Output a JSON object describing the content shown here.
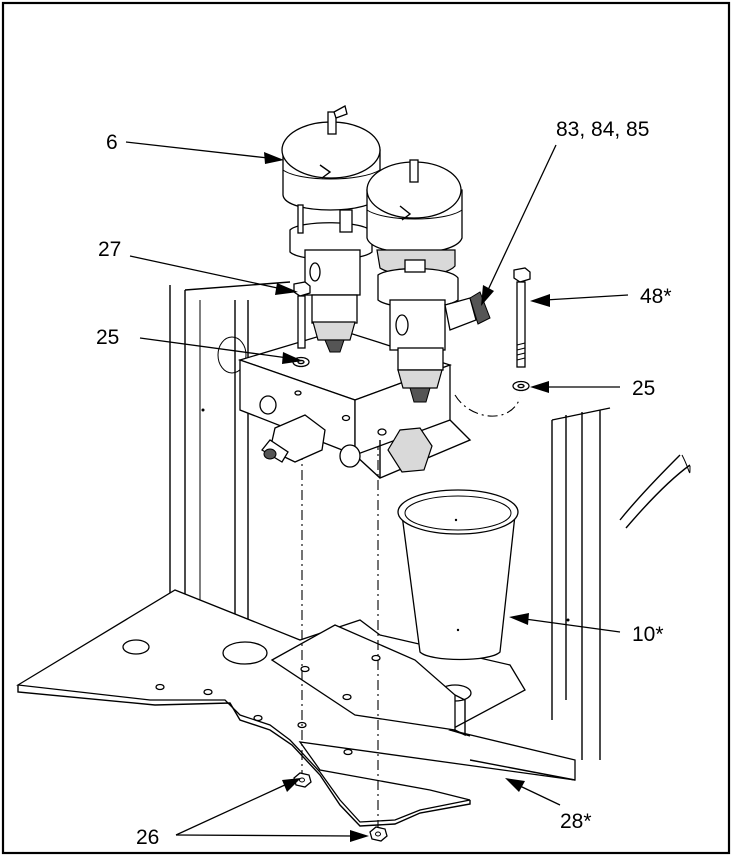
{
  "callouts": [
    {
      "label": "6"
    },
    {
      "label": "83, 84, 85"
    },
    {
      "label": "27"
    },
    {
      "label": "48*"
    },
    {
      "label": "25"
    },
    {
      "label": "25"
    },
    {
      "label": "10*"
    },
    {
      "label": "28*"
    },
    {
      "label": "26"
    }
  ]
}
